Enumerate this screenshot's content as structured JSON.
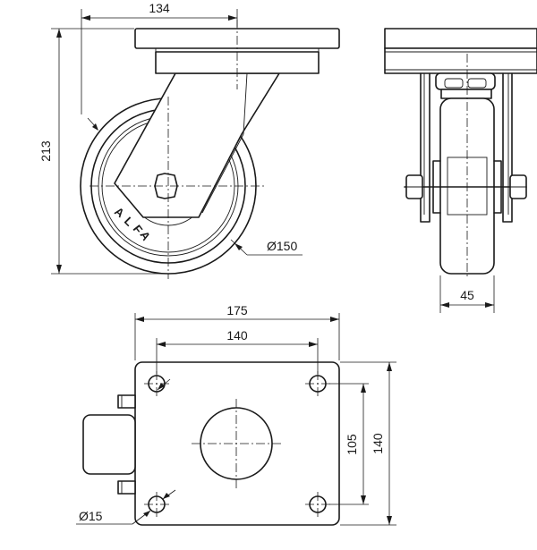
{
  "dimensions": {
    "offset": "134",
    "height": "213",
    "wheel_diameter": "Ø150",
    "wheel_width": "45",
    "plate_length": "175",
    "bolt_spacing_length": "140",
    "bolt_spacing_width": "105",
    "plate_width": "140",
    "bolt_hole_diameter": "Ø15"
  },
  "colors": {
    "line": "#1a1a1a",
    "background": "#ffffff"
  }
}
